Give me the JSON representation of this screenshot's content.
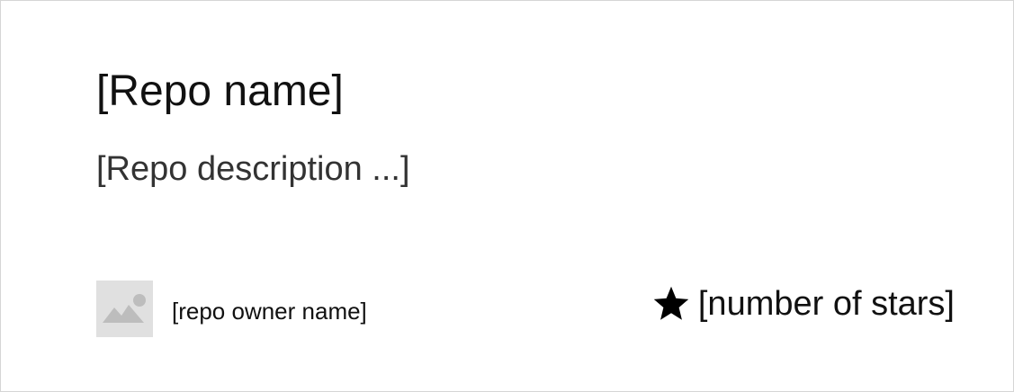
{
  "card": {
    "repo_name": "[Repo name]",
    "repo_description": "[Repo description ...]",
    "owner": {
      "avatar_icon": "image-placeholder-icon",
      "name": "[repo owner name]"
    },
    "stars": {
      "icon": "star-icon",
      "label": "[number of stars]"
    }
  }
}
